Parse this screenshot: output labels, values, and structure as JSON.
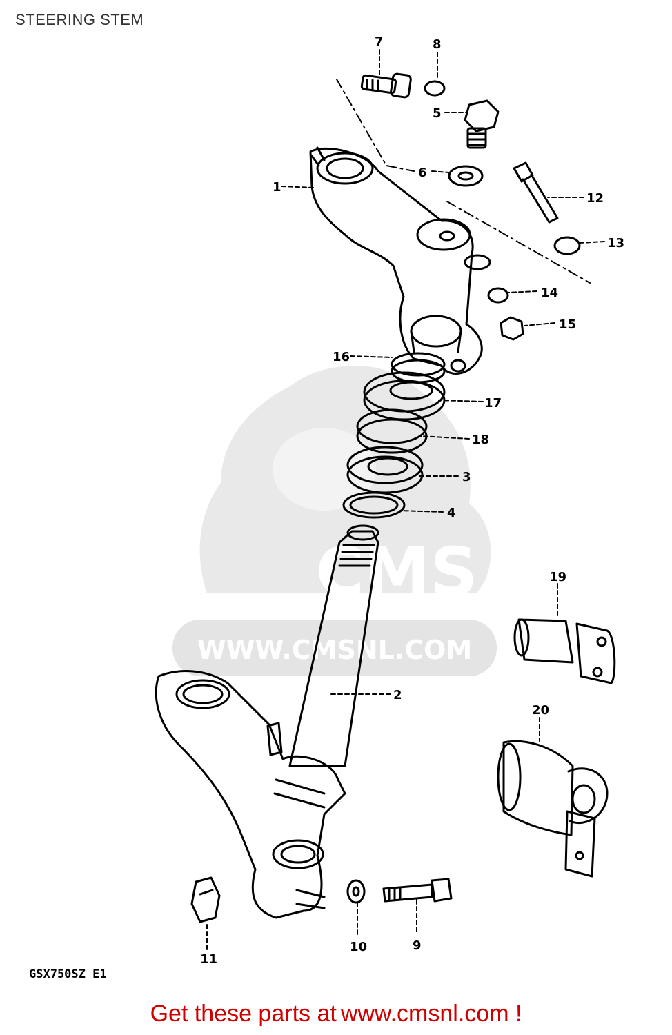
{
  "page": {
    "title": "STEERING STEM",
    "model_code": "GSX750SZ E1",
    "footer_left": "Get these parts at",
    "footer_right": "www.cmsnl.com !"
  },
  "watermark": {
    "brand": "CMS",
    "url": "WWW.CMSNL.COM"
  },
  "callouts": [
    {
      "label": "1"
    },
    {
      "label": "2"
    },
    {
      "label": "3"
    },
    {
      "label": "4"
    },
    {
      "label": "5"
    },
    {
      "label": "6"
    },
    {
      "label": "7"
    },
    {
      "label": "8"
    },
    {
      "label": "9"
    },
    {
      "label": "10"
    },
    {
      "label": "11"
    },
    {
      "label": "12"
    },
    {
      "label": "13"
    },
    {
      "label": "14"
    },
    {
      "label": "15"
    },
    {
      "label": "16"
    },
    {
      "label": "17"
    },
    {
      "label": "18"
    },
    {
      "label": "19"
    },
    {
      "label": "20"
    }
  ],
  "colors": {
    "footer": "#d10000",
    "line": "#000000",
    "watermark": "#e6e6e6"
  }
}
